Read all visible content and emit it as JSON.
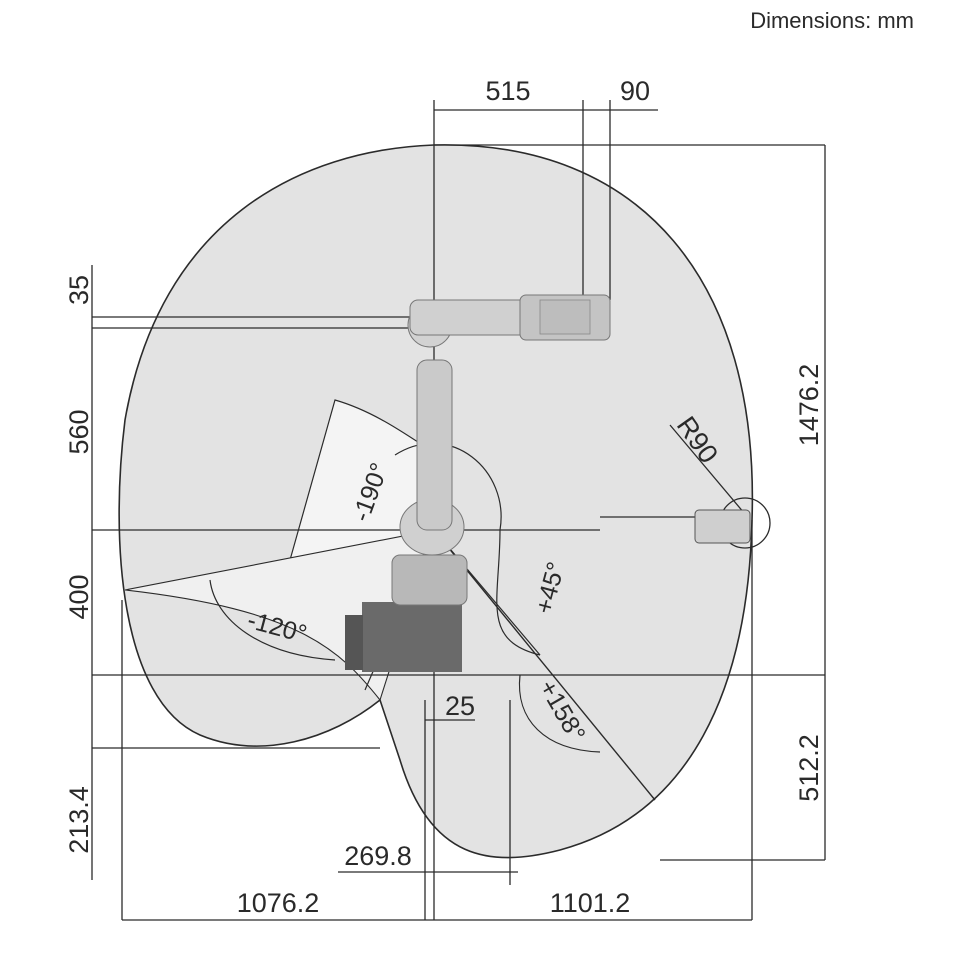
{
  "header": {
    "units_label": "Dimensions: mm"
  },
  "dimensions": {
    "d515": "515",
    "d90": "90",
    "d35": "35",
    "d560": "560",
    "d400": "400",
    "d213_4": "213.4",
    "d1476_2": "1476.2",
    "d512_2": "512.2",
    "d25": "25",
    "d269_8": "269.8",
    "d1076_2": "1076.2",
    "d1101_2": "1101.2",
    "r90": "R90"
  },
  "angles": {
    "a_minus190": "-190°",
    "a_plus45": "+45°",
    "a_minus120": "-120°",
    "a_plus158": "+158°"
  },
  "colors": {
    "envelope": "#e3e3e3",
    "line": "#2b2b2b",
    "robot": "#c9c9c9",
    "base": "#6a6a6a"
  }
}
